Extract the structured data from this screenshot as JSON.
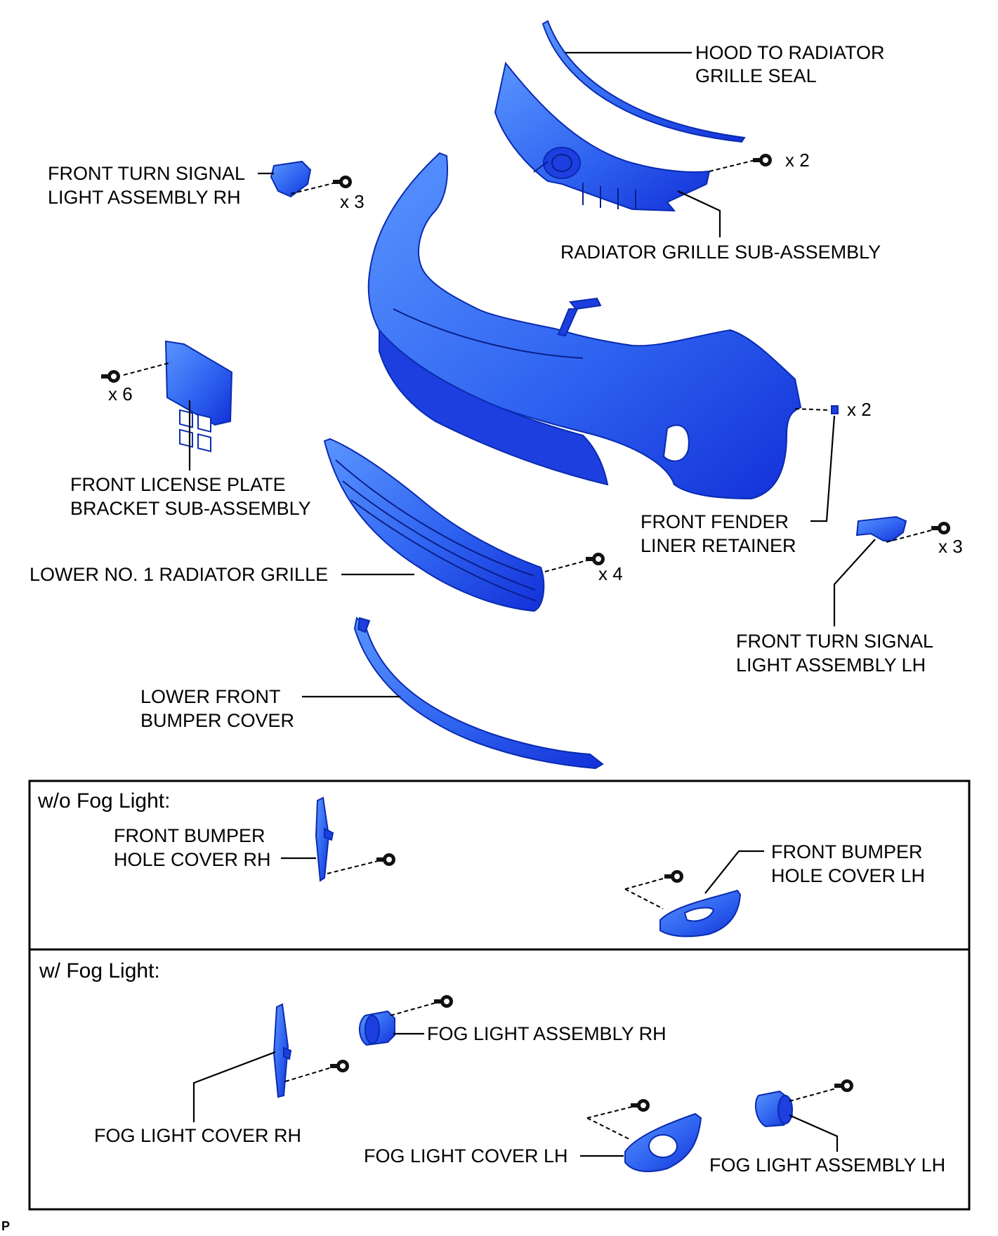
{
  "labels": {
    "hood_seal_1": "HOOD TO RADIATOR",
    "hood_seal_2": "GRILLE SEAL",
    "turn_rh_1": "FRONT TURN SIGNAL",
    "turn_rh_2": "LIGHT ASSEMBLY RH",
    "grille": "RADIATOR GRILLE SUB-ASSEMBLY",
    "license_1": "FRONT LICENSE PLATE",
    "license_2": "BRACKET SUB-ASSEMBLY",
    "liner_1": "FRONT FENDER",
    "liner_2": "LINER RETAINER",
    "lower_grille": "LOWER NO. 1 RADIATOR GRILLE",
    "turn_lh_1": "FRONT TURN SIGNAL",
    "turn_lh_2": "LIGHT ASSEMBLY LH",
    "lower_cover_1": "LOWER FRONT",
    "lower_cover_2": "BUMPER COVER",
    "hole_rh_1": "FRONT BUMPER",
    "hole_rh_2": "HOLE COVER RH",
    "hole_lh_1": "FRONT BUMPER",
    "hole_lh_2": "HOLE COVER LH",
    "fog_assy_rh": "FOG LIGHT ASSEMBLY RH",
    "fog_cover_rh": "FOG LIGHT COVER RH",
    "fog_cover_lh": "FOG LIGHT COVER LH",
    "fog_assy_lh": "FOG LIGHT ASSEMBLY LH"
  },
  "quantities": {
    "grille_bolts": "x 2",
    "turn_rh_bolts": "x 3",
    "license_bolts": "x 6",
    "liner_clips": "x 2",
    "lower_grille_bolts": "x 4",
    "turn_lh_bolts": "x 3"
  },
  "sections": {
    "without_fog": "w/o Fog Light:",
    "with_fog": "w/ Fog Light:"
  },
  "corner_mark": "P",
  "colors": {
    "part_light": "#3f7dff",
    "part_dark": "#1230d8",
    "outline": "#0a2bb0"
  }
}
